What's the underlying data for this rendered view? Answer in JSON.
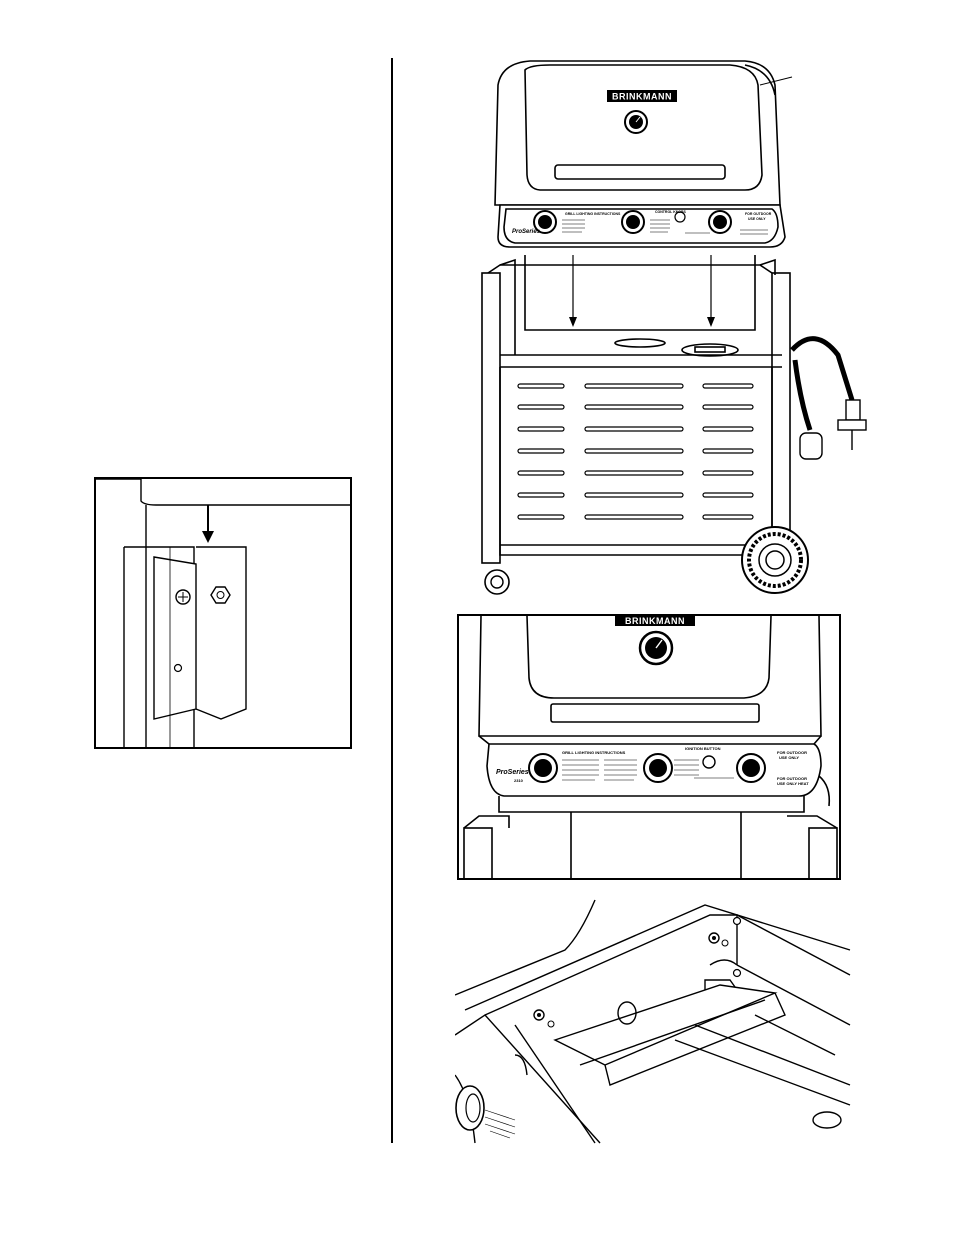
{
  "brand_label": "BRINKMANN",
  "control_panel": {
    "light_instructions_label": "GRILL LIGHTING INSTRUCTIONS",
    "model_label": "ProSeries",
    "model_sub": "2310",
    "center_label": "CONTROL KNOBS",
    "ignition_label": "IGNITION BUTTON",
    "fuel_label_1": "FOR OUTDOOR",
    "fuel_label_2": "USE ONLY",
    "fuel_label_3": "FOR OUTDOOR",
    "fuel_label_4": "USE ONLY HEAT"
  },
  "icons": [
    "arrow-down-icon",
    "screw-icon",
    "nut-icon",
    "temperature-gauge-icon",
    "burner-knob-icon",
    "wheel-icon",
    "regulator-icon"
  ]
}
